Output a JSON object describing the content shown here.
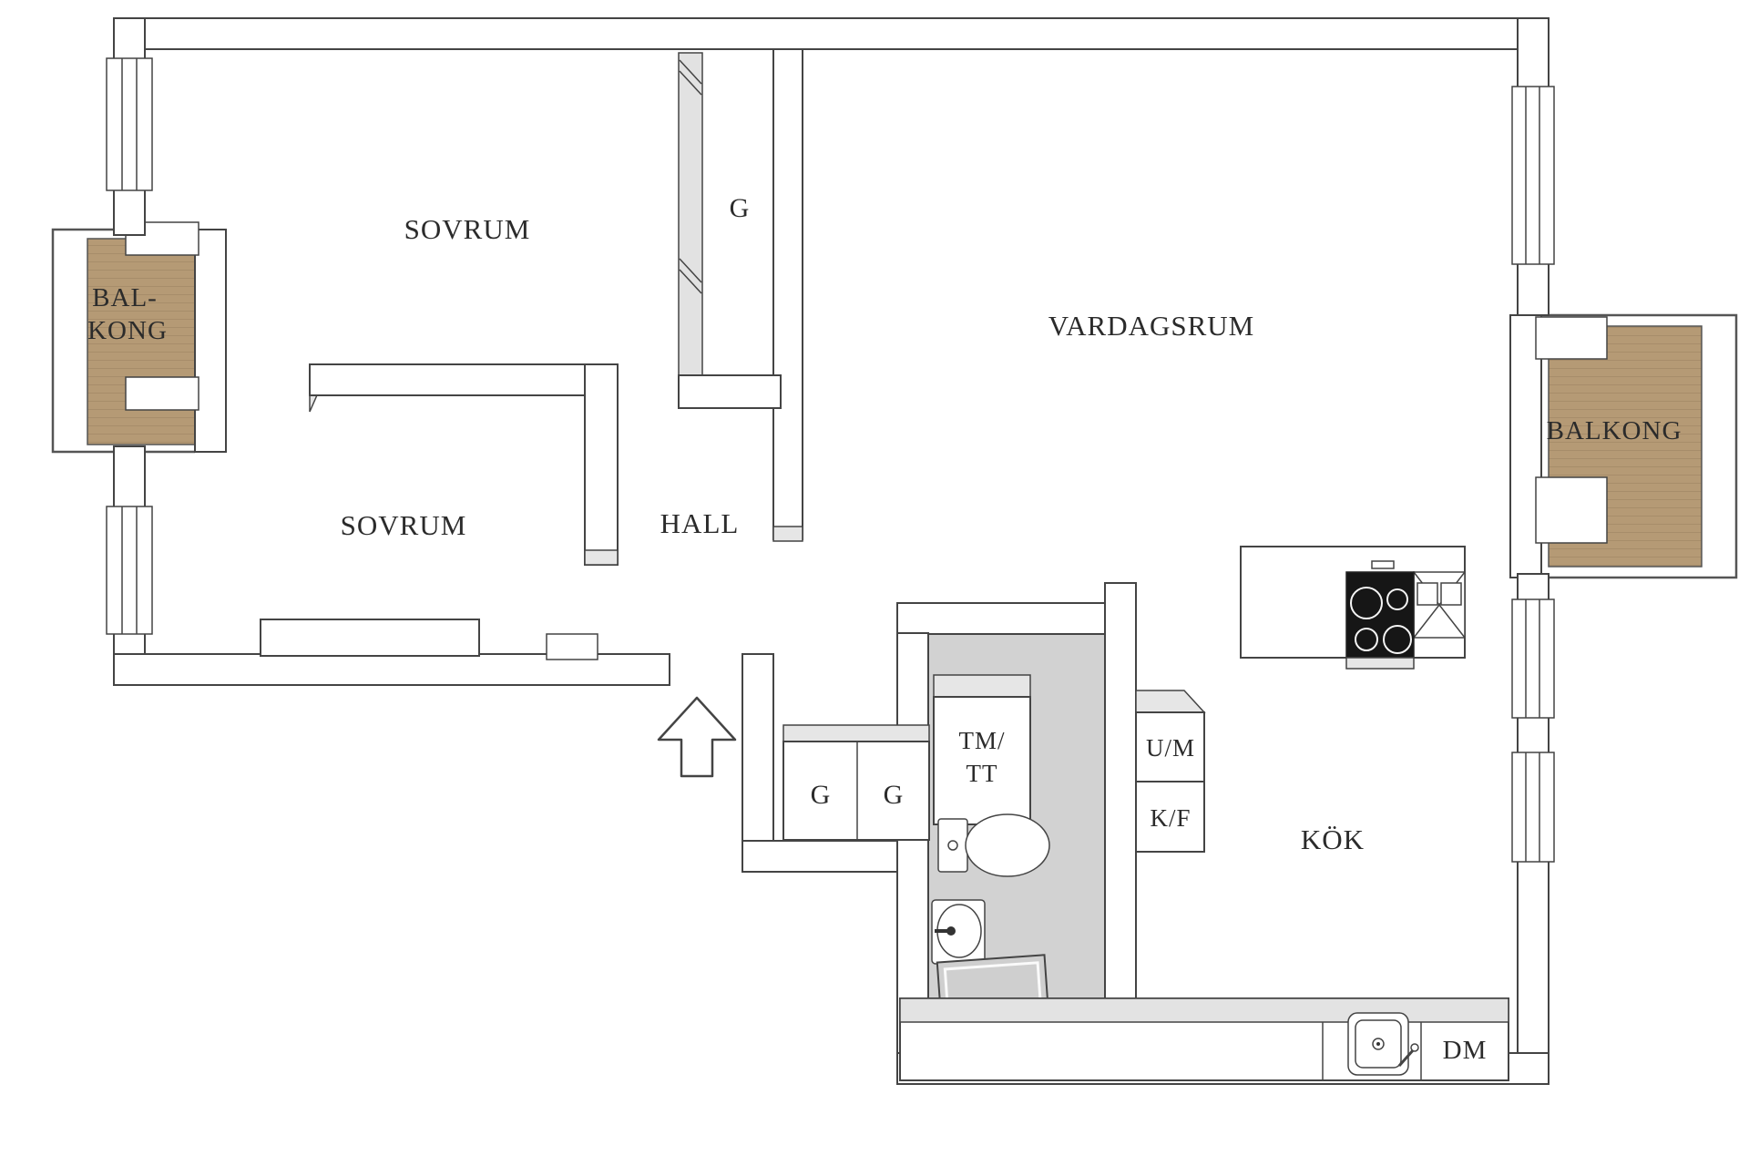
{
  "title": "Apartment floor plan",
  "colors": {
    "outline": "#444444",
    "wall_fill": "#ffffff",
    "shade": "#e6e6e6",
    "bathroom_floor": "#d2d2d2",
    "shower_tray": "#cfcfcf",
    "wood": "#b59a75",
    "wood_line": "#9b8260",
    "cooktop": "#161616",
    "counter_top": "#e3e3e3",
    "label": "#2b2b2b"
  },
  "rooms": {
    "bedroom_top": "SOVRUM",
    "bedroom_left": "SOVRUM",
    "hall": "HALL",
    "living": "VARDAGSRUM",
    "kitchen": "KÖK",
    "balcony_left_line1": "BAL-",
    "balcony_left_line2": "KONG",
    "balcony_right": "BALKONG"
  },
  "closets": {
    "hall_top": "G",
    "entry_1": "G",
    "entry_2": "G"
  },
  "appliances": {
    "washer_line1": "TM/",
    "washer_line2": "TT",
    "oven_microwave": "U/M",
    "fridge_freezer": "K/F",
    "dishwasher": "DM"
  }
}
